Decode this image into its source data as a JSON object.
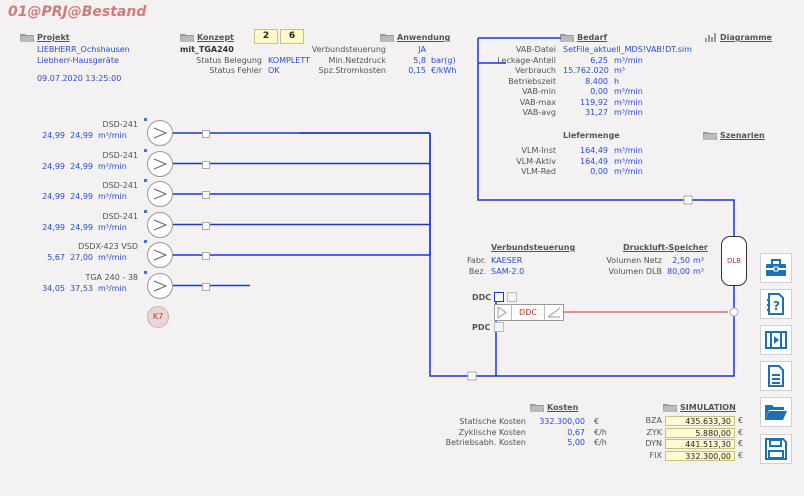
{
  "app_title": "01@PRJ@Bestand",
  "projekt": {
    "heading": "Projekt",
    "name": "LIEBHERR_Ochshausen",
    "sub": "Liebherr-Hausgeräte",
    "date": "09.07.2020 13:25:00"
  },
  "konzept": {
    "heading": "Konzept",
    "num1": "2",
    "num2": "6",
    "name": "mit_TGA240",
    "belegung_label": "Status Belegung",
    "belegung_value": "KOMPLETT",
    "fehler_label": "Status Fehler",
    "fehler_value": "OK"
  },
  "anwendung": {
    "heading": "Anwendung",
    "rows": [
      {
        "label": "Verbundsteuerung",
        "value": "JA",
        "unit": ""
      },
      {
        "label": "Min.Netzdruck",
        "value": "5,8",
        "unit": "bar(g)"
      },
      {
        "label": "Spz.Stromkosten",
        "value": "0,15",
        "unit": "€/kWh"
      }
    ]
  },
  "bedarf": {
    "heading": "Bedarf",
    "rows": [
      {
        "label": "VAB-Datei",
        "value": "SetFile_aktuell_MDS!VAB!DT.sim",
        "unit": ""
      },
      {
        "label": "Leckage-Anteil",
        "value": "6,25",
        "unit": "m³/min"
      },
      {
        "label": "Verbrauch",
        "value": "15.762.020",
        "unit": "m³"
      },
      {
        "label": "Betriebszeit",
        "value": "8.400",
        "unit": "h"
      },
      {
        "label": "VAB-min",
        "value": "0,00",
        "unit": "m³/min"
      },
      {
        "label": "VAB-max",
        "value": "119,92",
        "unit": "m³/min"
      },
      {
        "label": "VAB-avg",
        "value": "31,27",
        "unit": "m³/min"
      }
    ],
    "liefer_heading": "Liefermenge",
    "liefer_rows": [
      {
        "label": "VLM-Inst",
        "value": "164,49",
        "unit": "m³/min"
      },
      {
        "label": "VLM-Aktiv",
        "value": "164,49",
        "unit": "m³/min"
      },
      {
        "label": "VLM-Red",
        "value": "0,00",
        "unit": "m³/min"
      }
    ]
  },
  "diagramme": {
    "heading": "Diagramme"
  },
  "szenarien": {
    "heading": "Szenarien"
  },
  "compressors": [
    {
      "name": "DSD-241",
      "left_val": "24,99",
      "val": "24,99",
      "unit": "m³/min"
    },
    {
      "name": "DSD-241",
      "left_val": "24,99",
      "val": "24,99",
      "unit": "m³/min"
    },
    {
      "name": "DSD-241",
      "left_val": "24,99",
      "val": "24,99",
      "unit": "m³/min"
    },
    {
      "name": "DSD-241",
      "left_val": "24,99",
      "val": "24,99",
      "unit": "m³/min"
    },
    {
      "name": "DSDX-423 VSD",
      "left_val": "5,67",
      "val": "27,00",
      "unit": "m³/min"
    },
    {
      "name": "TGA 240 - 38",
      "left_val": "34,05",
      "val": "37,53",
      "unit": "m³/min"
    }
  ],
  "k7_label": "K7",
  "verbund": {
    "heading": "Verbundsteuerung",
    "fabr_label": "Fabr.",
    "fabr_value": "KAESER",
    "bez_label": "Bez.",
    "bez_value": "SAM-2.0"
  },
  "speicher": {
    "heading": "Druckluft-Speicher",
    "netz_label": "Volumen Netz",
    "netz_value": "2,50",
    "netz_unit": "m³",
    "dlb_label": "Volumen DLB",
    "dlb_value": "80,00",
    "dlb_unit": "m³",
    "tank_label": "DLB"
  },
  "ddc": {
    "ddc_label": "DDC",
    "pdc_label": "PDC",
    "box_label": "DDC"
  },
  "kosten": {
    "heading": "Kosten",
    "rows": [
      {
        "label": "Statische Kosten",
        "value": "332.300,00",
        "unit": "€"
      },
      {
        "label": "Zyklische Kosten",
        "value": "0,67",
        "unit": "€/h"
      },
      {
        "label": "Betriebsabh. Kosten",
        "value": "5,00",
        "unit": "€/h"
      }
    ]
  },
  "simulation": {
    "heading": "SIMULATION",
    "rows": [
      {
        "label": "BZA",
        "value": "435.633,30",
        "unit": "€"
      },
      {
        "label": "ZYK",
        "value": "5.880,00",
        "unit": "€"
      },
      {
        "label": "DYN",
        "value": "441.513,30",
        "unit": "€"
      },
      {
        "label": "FIX",
        "value": "332.300,00",
        "unit": "€"
      }
    ]
  },
  "sidebar": [
    "toolbox-icon",
    "help-document-icon",
    "film-icon",
    "document-icon",
    "open-folder-icon",
    "save-icon"
  ],
  "colors": {
    "line_blue": "#1c36d6",
    "title_red": "#d27b7b",
    "value_blue": "#2b4bd8",
    "dlb_red": "#cc3333"
  }
}
